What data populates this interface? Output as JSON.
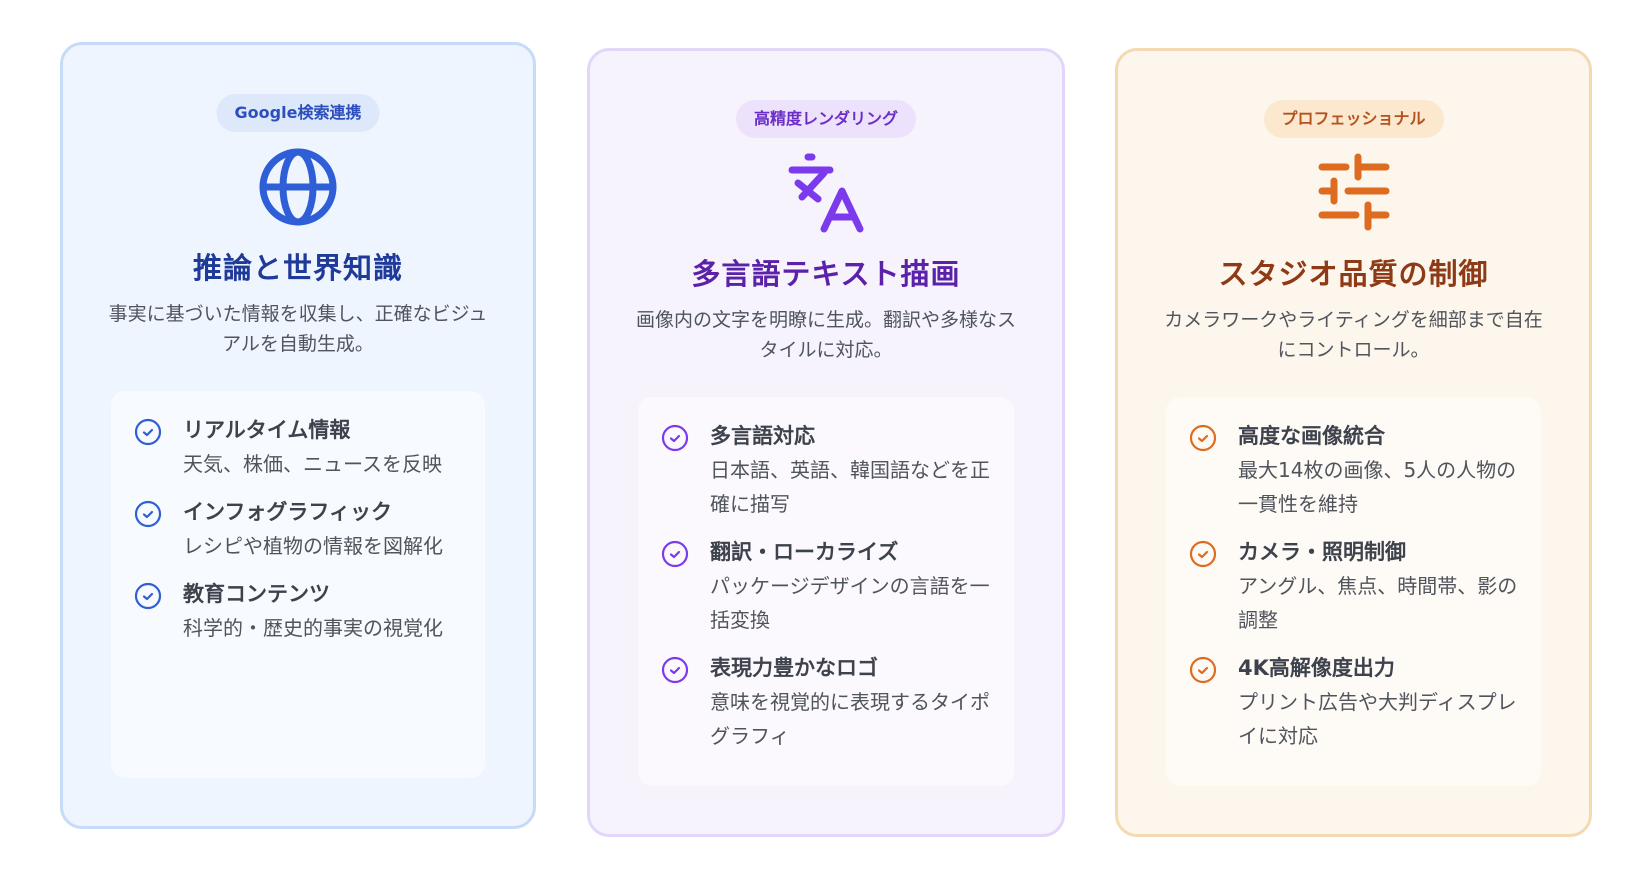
{
  "colors": {
    "blue_accent": "#2f5fd6",
    "purple_accent": "#7c3aed",
    "orange_accent": "#dd6b20"
  },
  "cards": [
    {
      "badge": "Google検索連携",
      "icon": "globe-icon",
      "title": "推論と世界知識",
      "description": "事実に基づいた情報を収集し、正確なビジュアルを自動生成。",
      "items": [
        {
          "title": "リアルタイム情報",
          "description": "天気、株価、ニュースを反映"
        },
        {
          "title": "インフォグラフィック",
          "description": "レシピや植物の情報を図解化"
        },
        {
          "title": "教育コンテンツ",
          "description": "科学的・歴史的事実の視覚化"
        }
      ]
    },
    {
      "badge": "高精度レンダリング",
      "icon": "translate-icon",
      "title": "多言語テキスト描画",
      "description": "画像内の文字を明瞭に生成。翻訳や多様なスタイルに対応。",
      "items": [
        {
          "title": "多言語対応",
          "description": "日本語、英語、韓国語などを正確に描写"
        },
        {
          "title": "翻訳・ローカライズ",
          "description": "パッケージデザインの言語を一括変換"
        },
        {
          "title": "表現力豊かなロゴ",
          "description": "意味を視覚的に表現するタイポグラフィ"
        }
      ]
    },
    {
      "badge": "プロフェッショナル",
      "icon": "sliders-icon",
      "title": "スタジオ品質の制御",
      "description": "カメラワークやライティングを細部まで自在にコントロール。",
      "items": [
        {
          "title": "高度な画像統合",
          "description": "最大14枚の画像、5人の人物の一貫性を維持"
        },
        {
          "title": "カメラ・照明制御",
          "description": "アングル、焦点、時間帯、影の調整"
        },
        {
          "title": "4K高解像度出力",
          "description": "プリント広告や大判ディスプレイに対応"
        }
      ]
    }
  ]
}
